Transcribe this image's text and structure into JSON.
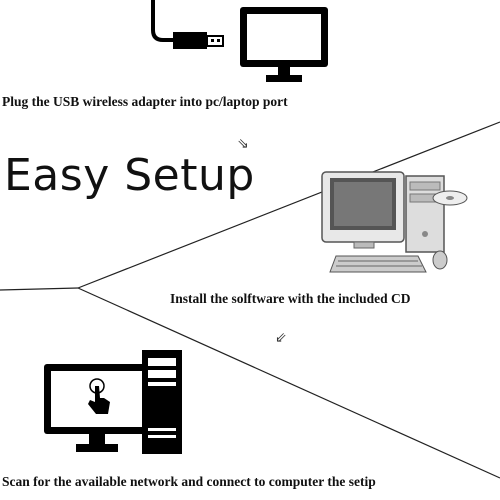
{
  "title": "Easy Setup",
  "steps": [
    {
      "text": "Plug the USB wireless adapter into pc/laptop port"
    },
    {
      "text": "Install the solftware with the included CD"
    },
    {
      "text": "Scan for the available network and connect to computer the setip"
    }
  ],
  "icons": [
    "usb-plug-icon",
    "monitor-icon",
    "desktop-computer-cd-icon",
    "touch-monitor-icon",
    "tower-case-icon",
    "arrow-down-icon"
  ],
  "colors": {
    "background": "#ffffff",
    "ink": "#000000"
  }
}
